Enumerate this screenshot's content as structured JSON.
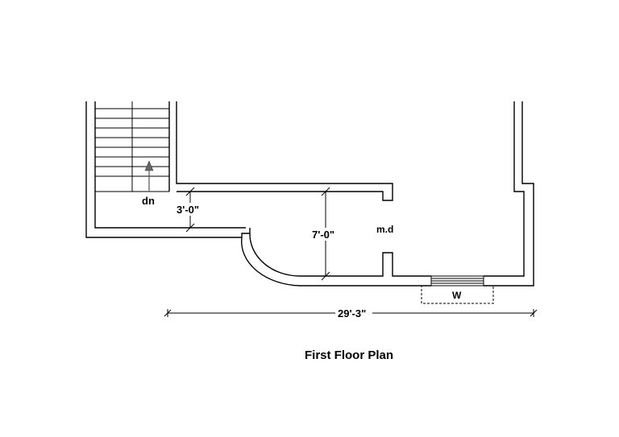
{
  "plan": {
    "title": "First Floor Plan",
    "labels": {
      "stair_direction": "dn",
      "door": "m.d",
      "window": "W"
    },
    "dimensions": {
      "passage_width": "3'-0\"",
      "door_passage": "7'-0\"",
      "overall_length": "29'-3\""
    }
  }
}
